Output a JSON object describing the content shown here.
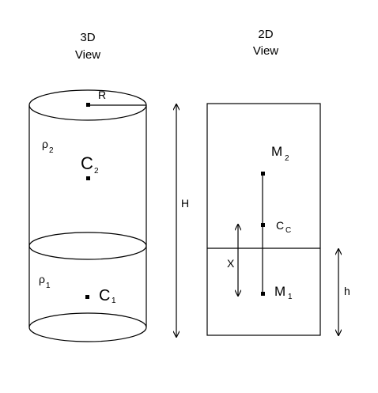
{
  "views": {
    "left_title_line1": "3D",
    "left_title_line2": "View",
    "right_title_line1": "2D",
    "right_title_line2": "View"
  },
  "labels_3d": {
    "radius": "R",
    "height": "H",
    "rho_upper": "ρ",
    "rho_upper_sub": "2",
    "rho_lower": "ρ",
    "rho_lower_sub": "1",
    "centroid_upper": "C",
    "centroid_upper_sub": "2",
    "centroid_lower": "C",
    "centroid_lower_sub": "1"
  },
  "labels_2d": {
    "mass_upper": "M",
    "mass_upper_sub": "2",
    "mass_lower": "M",
    "mass_lower_sub": "1",
    "combined_center": "C",
    "combined_center_sub": "C",
    "distance_x": "X",
    "interface_height": "h"
  }
}
